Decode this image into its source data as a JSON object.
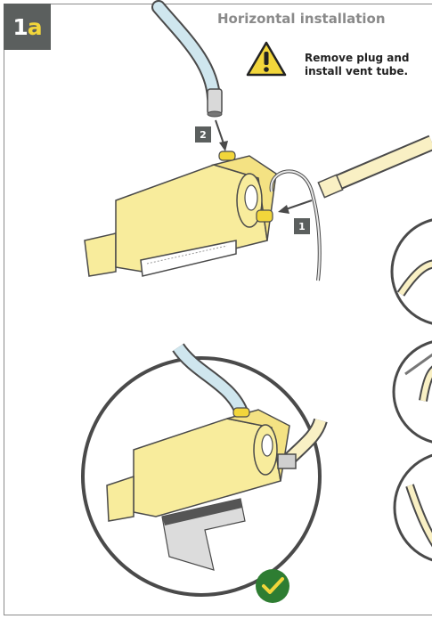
{
  "step": {
    "number": "1",
    "letter": "a"
  },
  "title": "Horizontal installation",
  "warning": {
    "line1": "Remove plug and",
    "line2": "install vent tube.",
    "icon": "warning-triangle-icon"
  },
  "callouts": {
    "first": "1",
    "second": "2"
  },
  "colors": {
    "housing": "#f8ec9c",
    "outline": "#4a4a4a",
    "tube": "#cfe6ee",
    "badge": "#5b5f5e",
    "check": "#2e7d32",
    "accent": "#f2d63b"
  }
}
